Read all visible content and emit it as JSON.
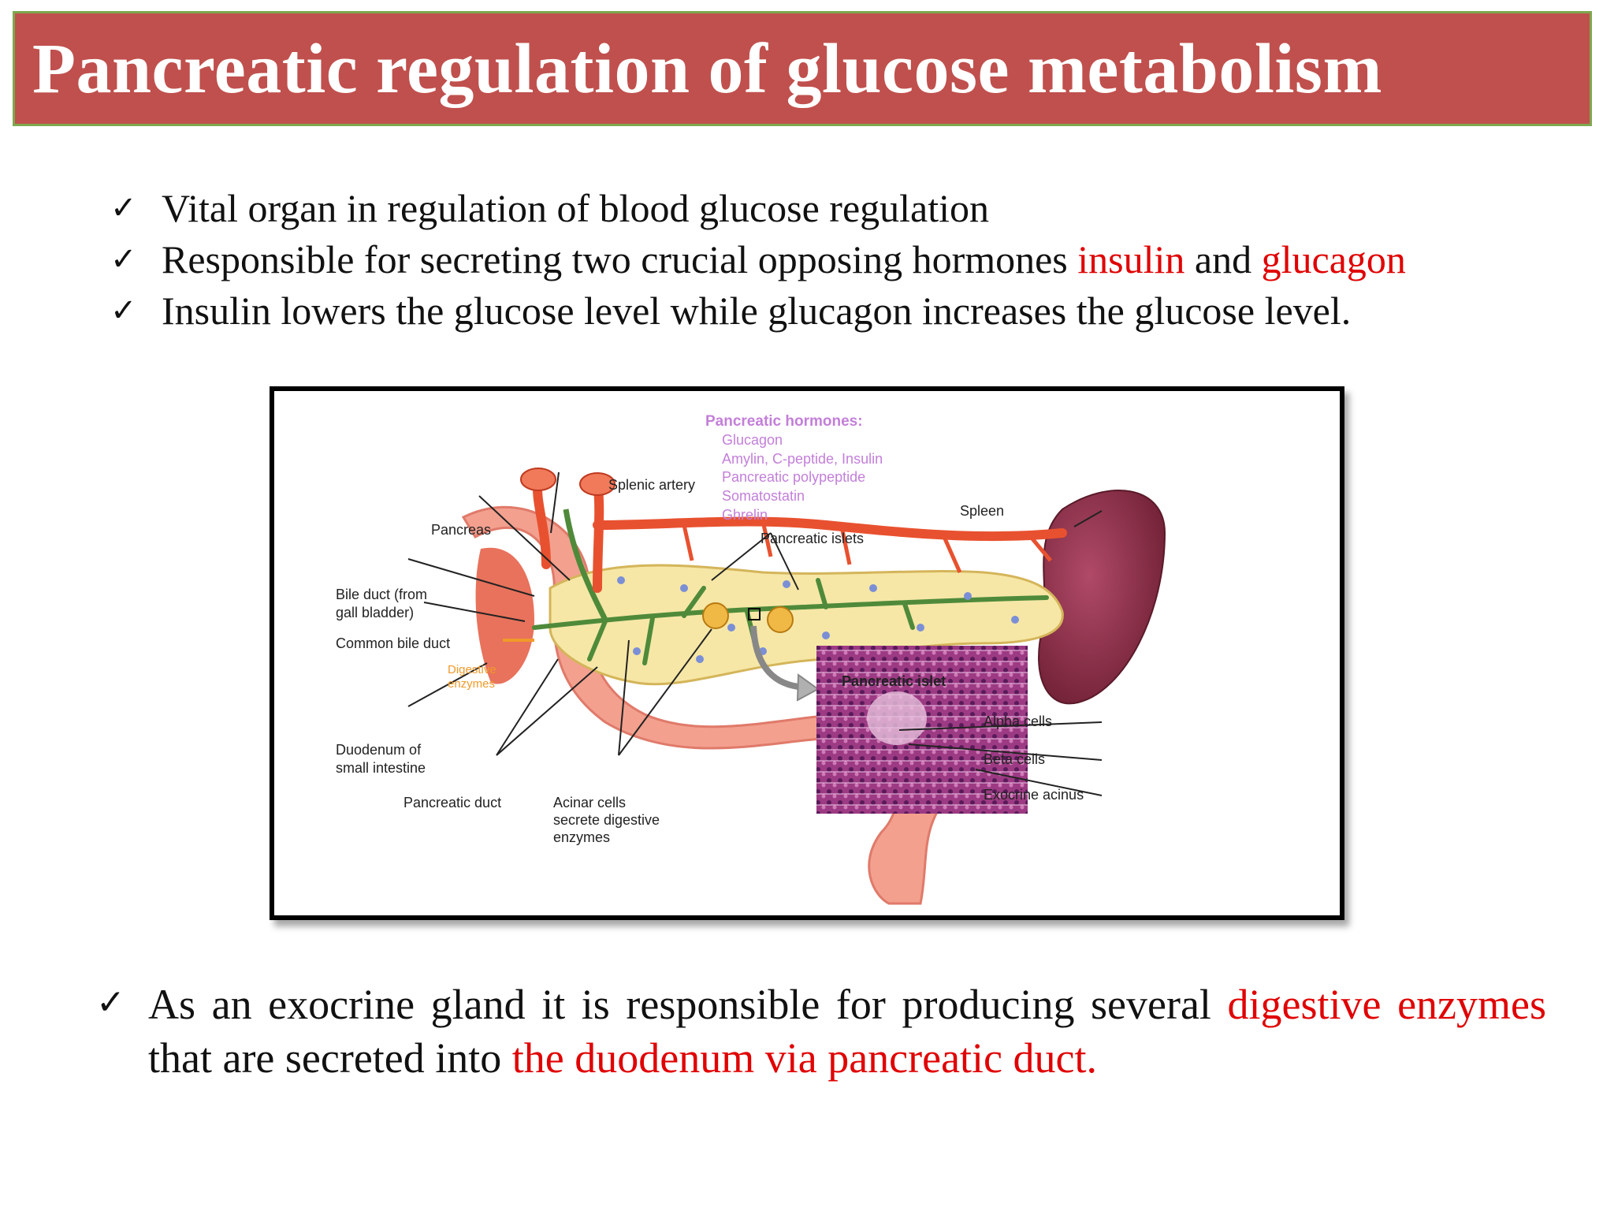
{
  "title": "Pancreatic regulation of glucose metabolism",
  "check_glyph": "✓",
  "bullets": [
    {
      "text": "Vital organ in regulation of blood glucose regulation"
    },
    {
      "pre": "Responsible for secreting two crucial opposing hormones ",
      "red1": "insulin",
      "mid": " and ",
      "red2": "glucagon"
    },
    {
      "text": "Insulin lowers the glucose level while glucagon increases the glucose level."
    }
  ],
  "diagram": {
    "hormones_title": "Pancreatic hormones:",
    "hormones": [
      "Glucagon",
      "Amylin, C-peptide, Insulin",
      "Pancreatic polypeptide",
      "Somatostatin",
      "Ghrelin"
    ],
    "labels": {
      "splenic_artery": "Splenic artery",
      "spleen": "Spleen",
      "pancreas": "Pancreas",
      "pancreatic_islets": "Pancreatic islets",
      "bile_duct_1": "Bile duct (from",
      "bile_duct_2": "gall bladder)",
      "common_bile_duct": "Common bile duct",
      "digestive_1": "Digestive",
      "digestive_2": "enzymes",
      "pancreatic_islet": "Pancreatic islet",
      "duodenum_1": "Duodenum of",
      "duodenum_2": "small intestine",
      "alpha_cells": "Alpha cells",
      "beta_cells": "Beta cells",
      "exocrine_acinus": "Exocrine acinus",
      "pancreatic_duct": "Pancreatic duct",
      "acinar_1": "Acinar cells",
      "acinar_2": "secrete digestive",
      "acinar_3": "enzymes"
    }
  },
  "bottom": {
    "pre": "As an exocrine gland it is responsible for producing several ",
    "red1": "digestive enzymes",
    "mid": " that are secreted into ",
    "red2": "the duodenum via pancreatic duct."
  },
  "colors": {
    "title_bg": "#c0504d",
    "title_border": "#7ea84e",
    "highlight": "#e00000",
    "hormone_text": "#c37fd9"
  }
}
